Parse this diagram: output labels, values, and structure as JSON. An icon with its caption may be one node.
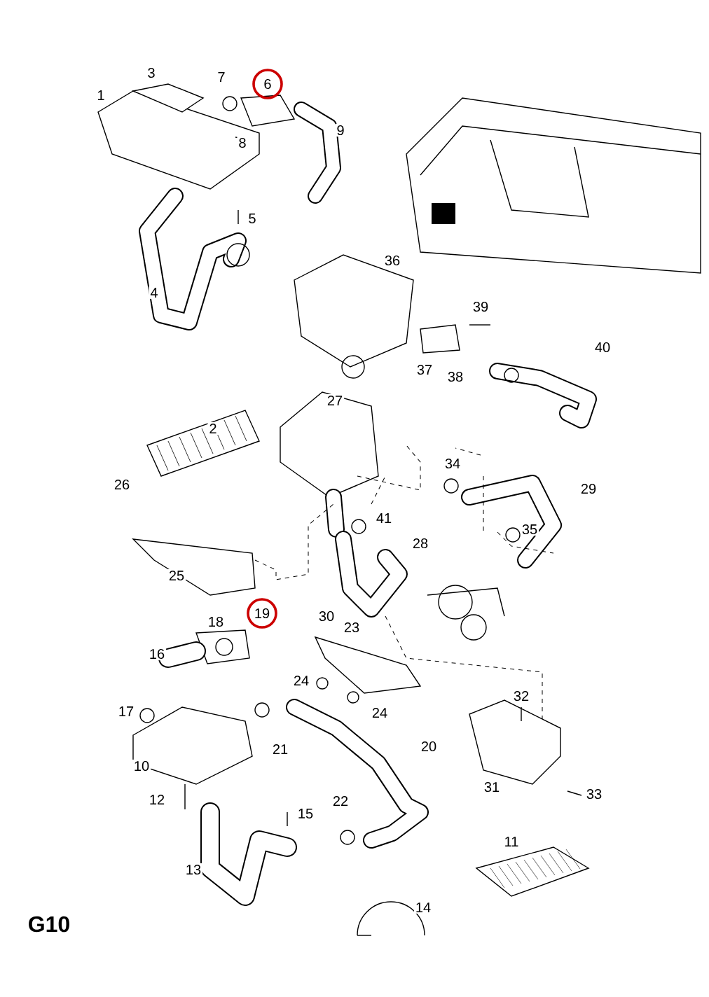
{
  "diagram": {
    "labels": [
      "3",
      "7",
      "6",
      "1",
      "9",
      "8",
      "5",
      "4",
      "36",
      "39",
      "40",
      "37",
      "38",
      "27",
      "2",
      "34",
      "26",
      "29",
      "41",
      "35",
      "28",
      "25",
      "19",
      "30",
      "18",
      "23",
      "16",
      "24",
      "32",
      "17",
      "24",
      "21",
      "20",
      "10",
      "33",
      "31",
      "12",
      "22",
      "15",
      "11",
      "13",
      "14",
      "G10"
    ]
  }
}
